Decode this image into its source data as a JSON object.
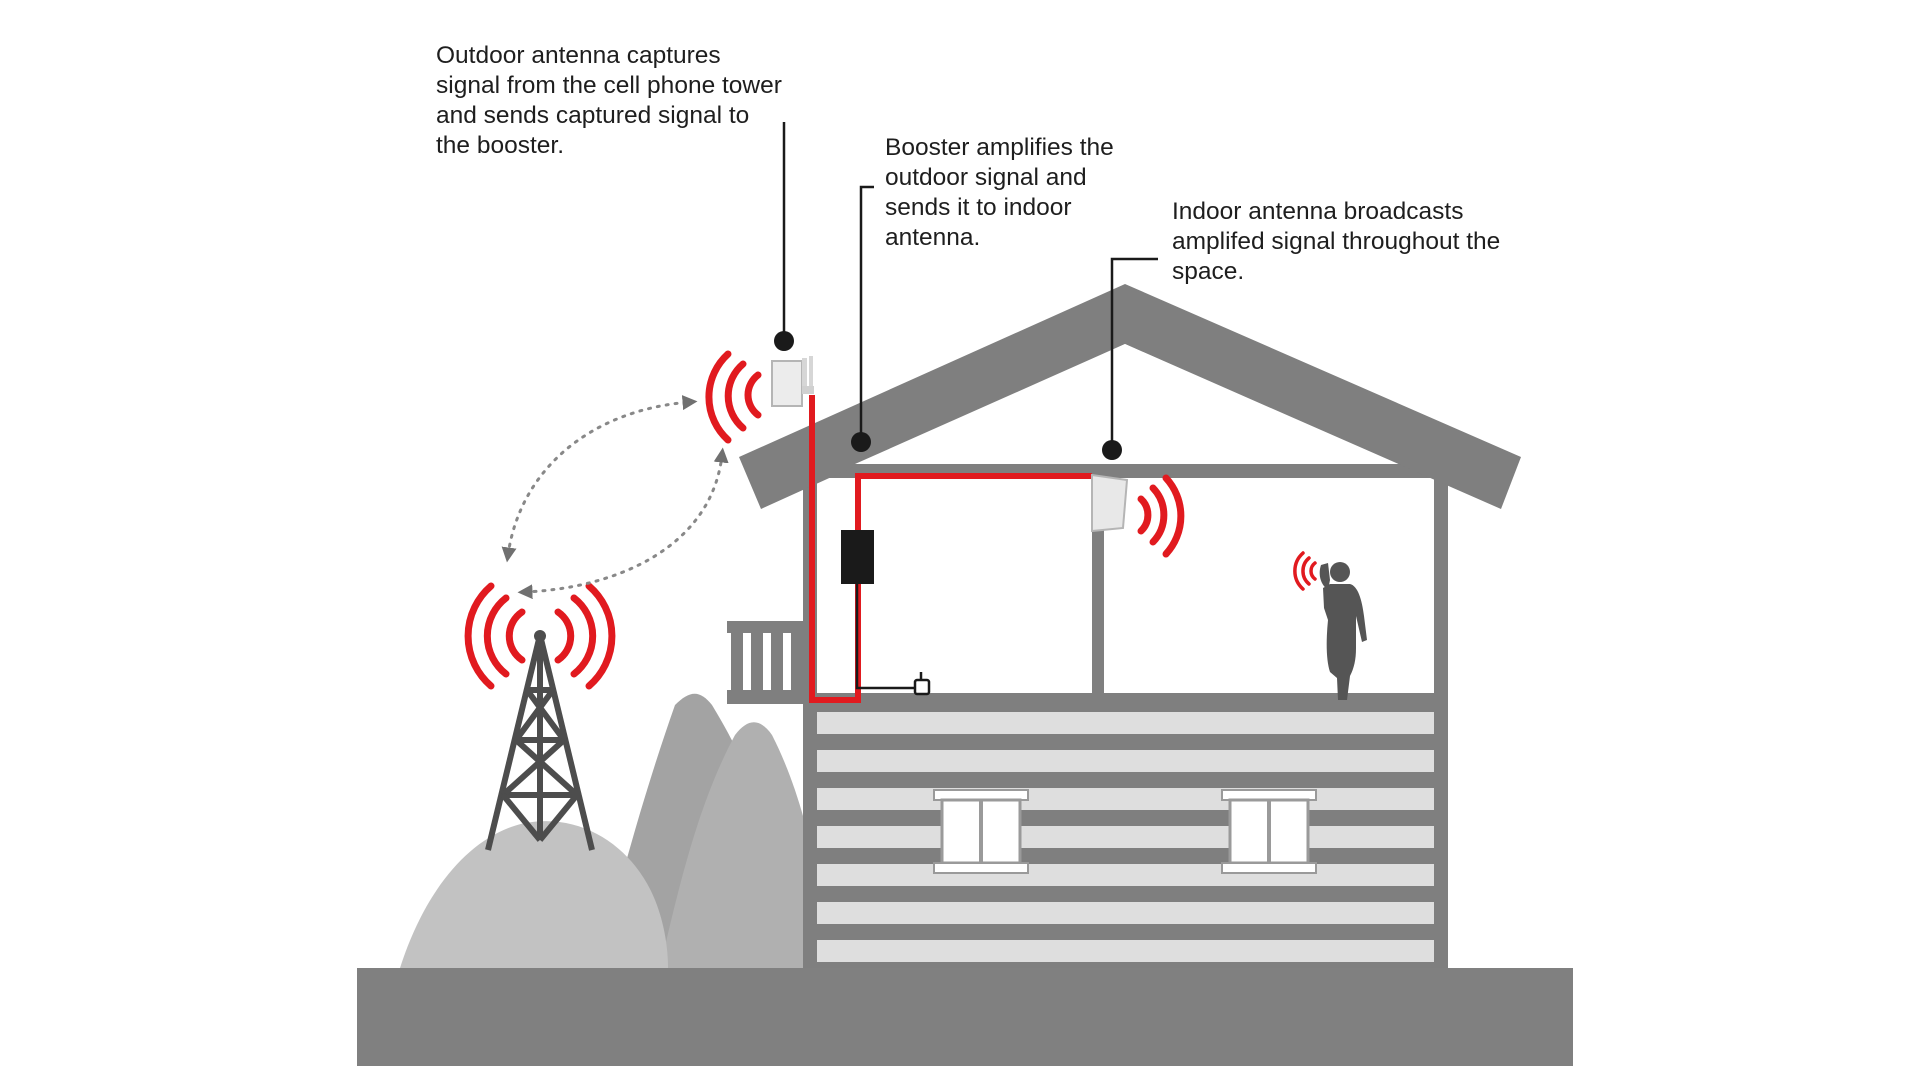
{
  "callouts": {
    "outdoor_antenna": {
      "lines": [
        "Outdoor antenna captures",
        "signal from the cell phone tower",
        "and sends captured signal to",
        "the booster."
      ]
    },
    "booster": {
      "lines": [
        "Booster amplifies the",
        "outdoor signal and",
        "sends it to indoor",
        "antenna."
      ]
    },
    "indoor_antenna": {
      "lines": [
        "Indoor antenna broadcasts",
        "amplifed signal throughout the",
        "space."
      ]
    }
  },
  "colors": {
    "signal_wave": "#e11a1f",
    "cable": "#e11a1f",
    "house_frame": "#7f7f7f",
    "siding_light": "#dedede",
    "ground": "#808080",
    "hill_light": "#c2c2c2",
    "hill_mid": "#a3a3a3",
    "tower": "#4d4d4d",
    "booster_box": "#1a1a1a",
    "person": "#555555",
    "callout_text": "#1e1e1e"
  },
  "icons": {
    "cell_tower": "cell-tower-icon",
    "outdoor_antenna": "outdoor-antenna-icon",
    "booster": "booster-icon",
    "indoor_antenna": "indoor-antenna-icon",
    "person": "person-on-phone-icon"
  }
}
